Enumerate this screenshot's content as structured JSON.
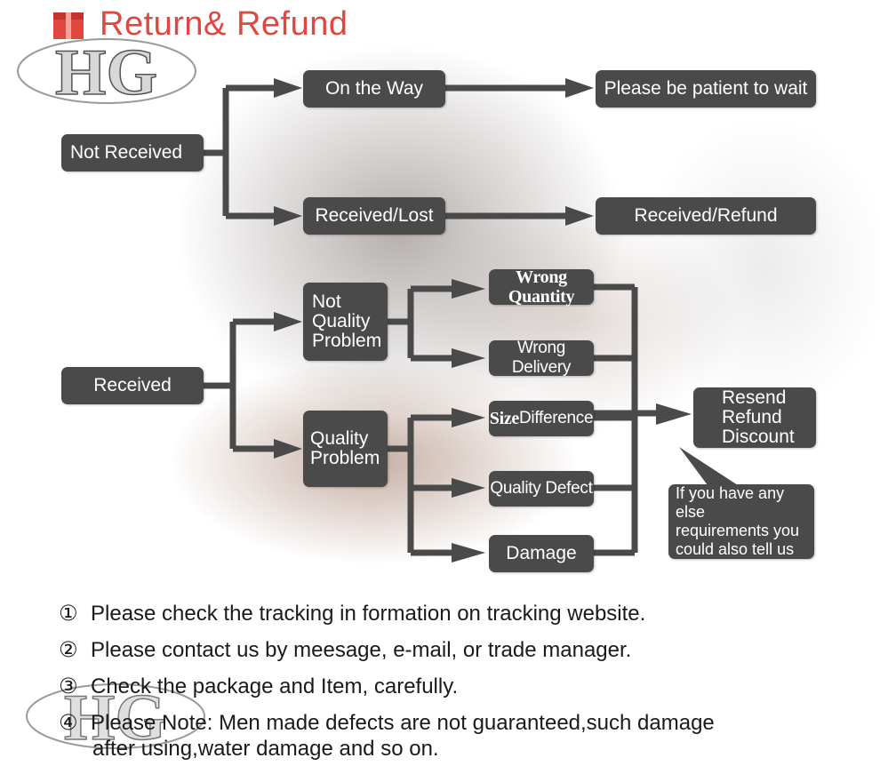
{
  "header": {
    "title": "Return& Refund",
    "logo_text": "HG"
  },
  "flow": {
    "not_received": "Not Received",
    "on_the_way": "On the Way",
    "please_wait": "Please be patient to wait",
    "received_lost": "Received/Lost",
    "received_refund": "Received/Refund",
    "received": "Received",
    "not_quality_problem": [
      "Not",
      "Quality",
      "Problem"
    ],
    "quality_problem": [
      "Quality",
      "Problem"
    ],
    "wrong_quantity": "Wrong Quantity",
    "wrong_delivery": "Wrong Delivery",
    "size_difference_bold": "Size",
    "size_difference_rest": " Difference",
    "quality_defect": "Quality Defect",
    "damage": "Damage",
    "resolution": [
      "Resend",
      "Refund",
      "Discount"
    ],
    "else_requirements": [
      "If you have any else",
      "requirements you",
      "could also tell us"
    ]
  },
  "notes": [
    {
      "num": "①",
      "text": "Please check the tracking in formation on tracking website."
    },
    {
      "num": "②",
      "text": "Please contact us by meesage, e-mail, or trade manager."
    },
    {
      "num": "③",
      "text": "Check the package and Item, carefully."
    },
    {
      "num": "④",
      "text": "Please Note: Men made defects  are not guaranteed,such damage",
      "cont": "after using,water damage and so on."
    }
  ],
  "colors": {
    "title": "#e0483f",
    "box": "#4a4a4a",
    "line": "#4a4a4a"
  }
}
